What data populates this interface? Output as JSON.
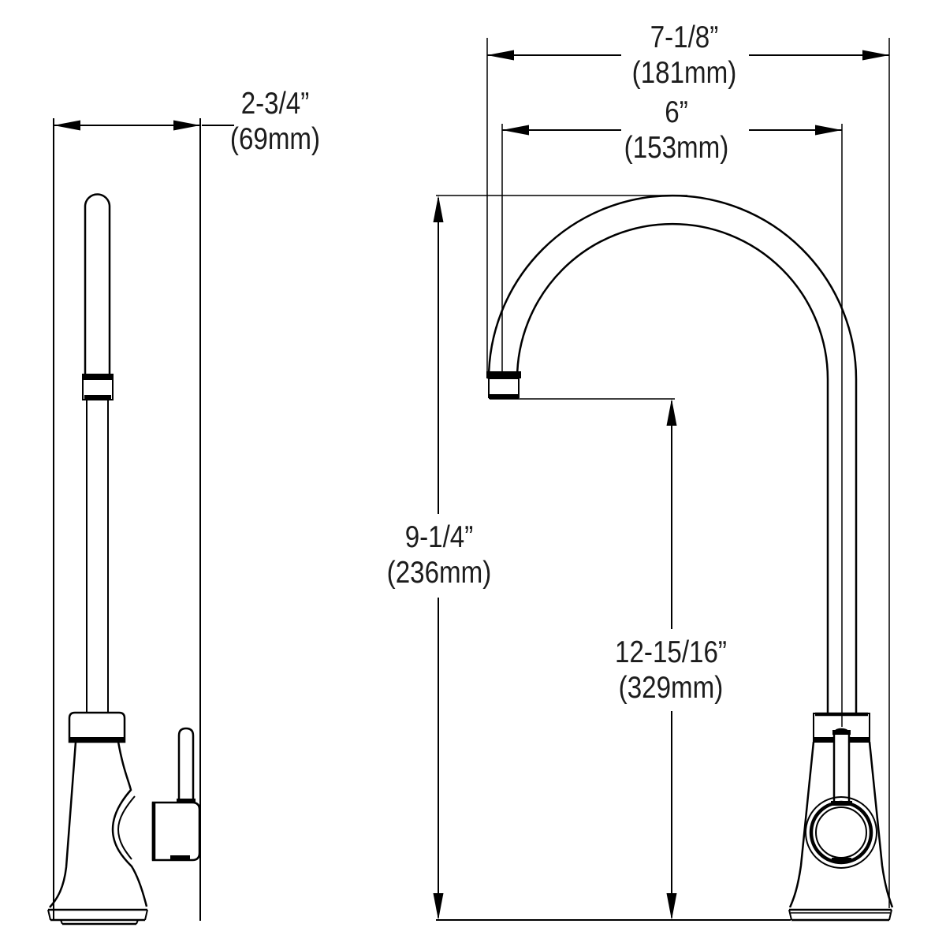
{
  "drawing": {
    "type": "technical-dimension-drawing",
    "subject": "single-handle gooseneck faucet, side elevation (left) and front elevation (right)",
    "background_color": "#ffffff",
    "line_color": "#000000",
    "text_color": "#1c1c1c"
  },
  "dimensions": {
    "depth": {
      "imperial": "2-3/4”",
      "metric": "(69mm)"
    },
    "overall_reach": {
      "imperial": "7-1/8”",
      "metric": "(181mm)"
    },
    "spout_reach": {
      "imperial": "6”",
      "metric": "(153mm)"
    },
    "height_at_arc": {
      "imperial": "9-1/4”",
      "metric": "(236mm)"
    },
    "height_at_outlet": {
      "imperial": "12-15/16”",
      "metric": "(329mm)"
    }
  }
}
